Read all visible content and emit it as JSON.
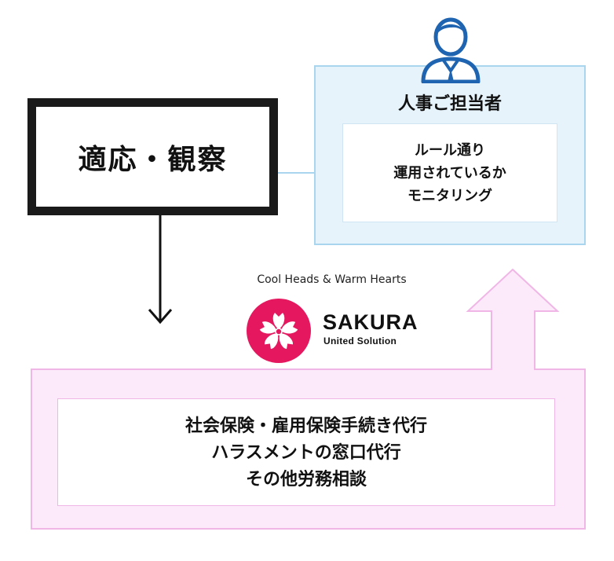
{
  "main_box": {
    "label": "適応・観察"
  },
  "hr_panel": {
    "title": "人事ご担当者",
    "lines": [
      "ルール通り",
      "運用されているか",
      "モニタリング"
    ]
  },
  "logo": {
    "tagline": "Cool Heads & Warm Hearts",
    "wordmark": "SAKURA",
    "subline": "United Solution"
  },
  "services": {
    "lines": [
      "社会保険・雇用保険手続き代行",
      "ハラスメントの窓口代行",
      "その他労務相談"
    ]
  },
  "colors": {
    "blue_fill": "#e6f3fb",
    "blue_border": "#a9d6ee",
    "pink_fill": "#fceafa",
    "pink_border": "#f0b6e6",
    "logo_red": "#e5185f",
    "person_blue": "#1f64b0"
  },
  "icons": [
    "person-icon",
    "sakura-flower-icon",
    "down-arrow-icon",
    "up-arrow-icon"
  ]
}
